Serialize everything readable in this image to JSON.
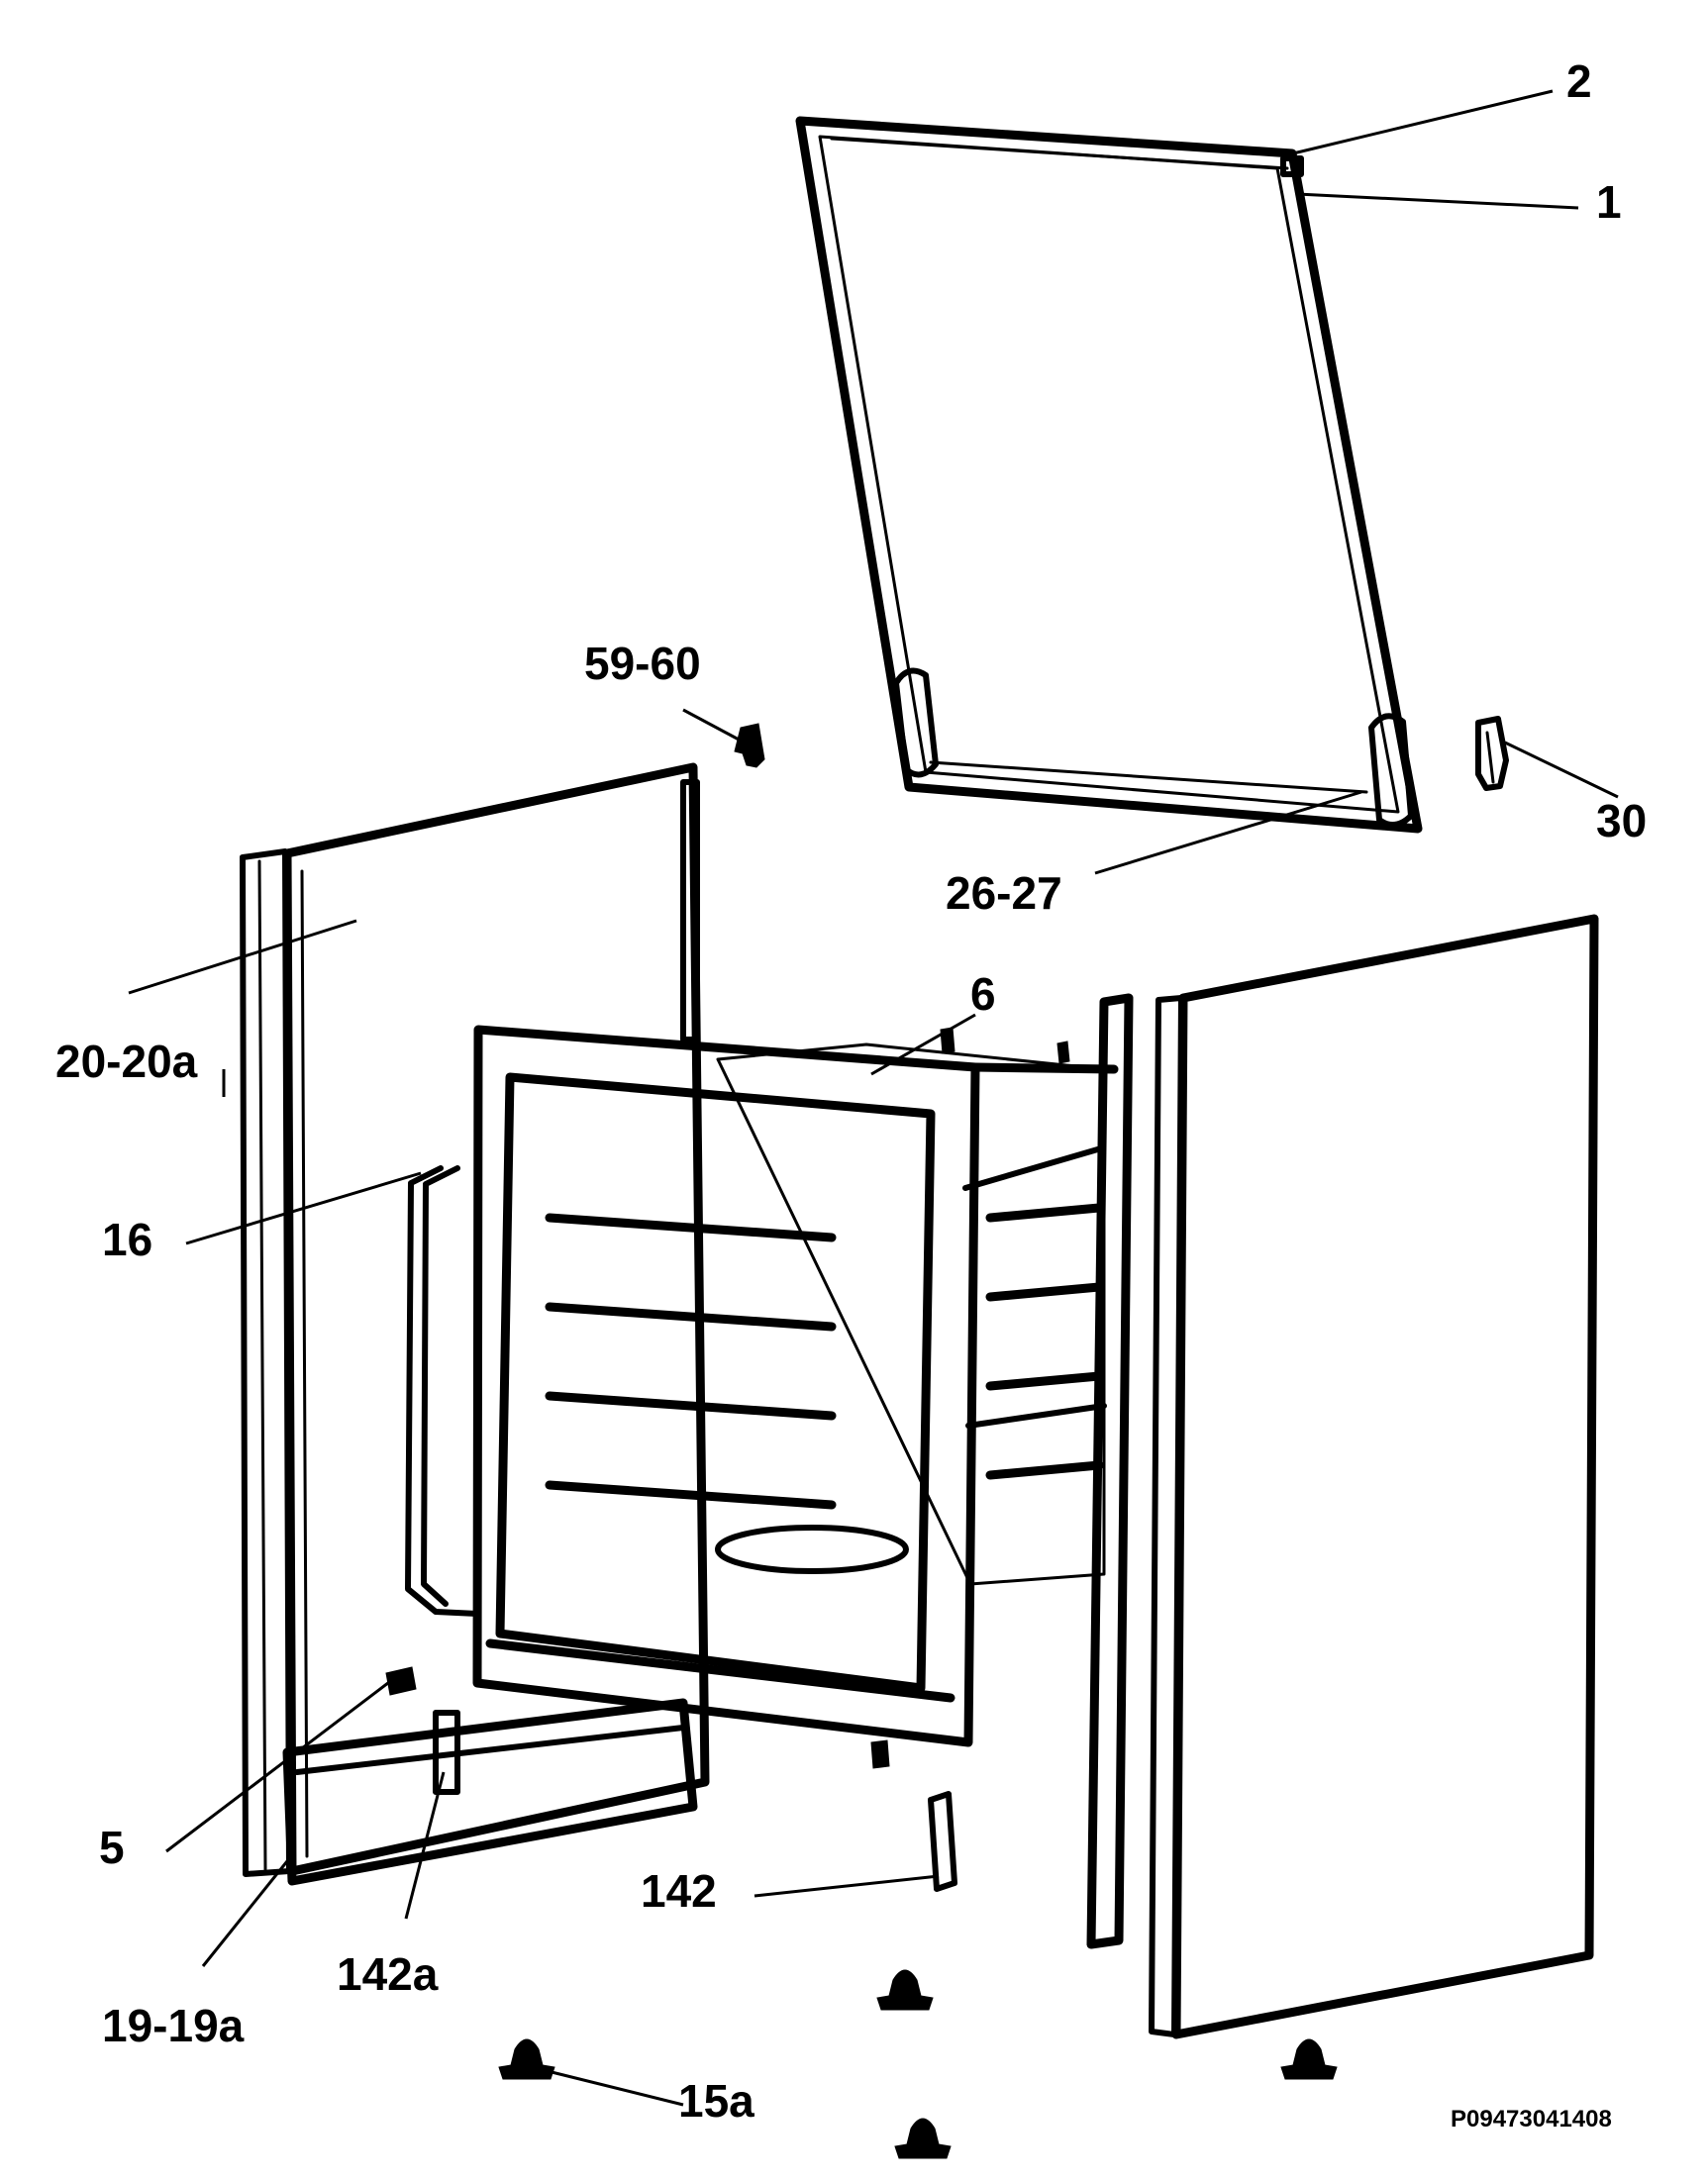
{
  "callouts": {
    "c2": "2",
    "c1": "1",
    "c59_60": "59-60",
    "c30": "30",
    "c26_27": "26-27",
    "c6": "6",
    "c20_20a": "20-20a",
    "c16": "16",
    "c5": "5",
    "c142": "142",
    "c142a": "142a",
    "c19_19a": "19-19a",
    "c15a": "15a"
  },
  "drawing_number": "P09473041408",
  "colors": {
    "line": "#000000",
    "background": "#ffffff"
  }
}
